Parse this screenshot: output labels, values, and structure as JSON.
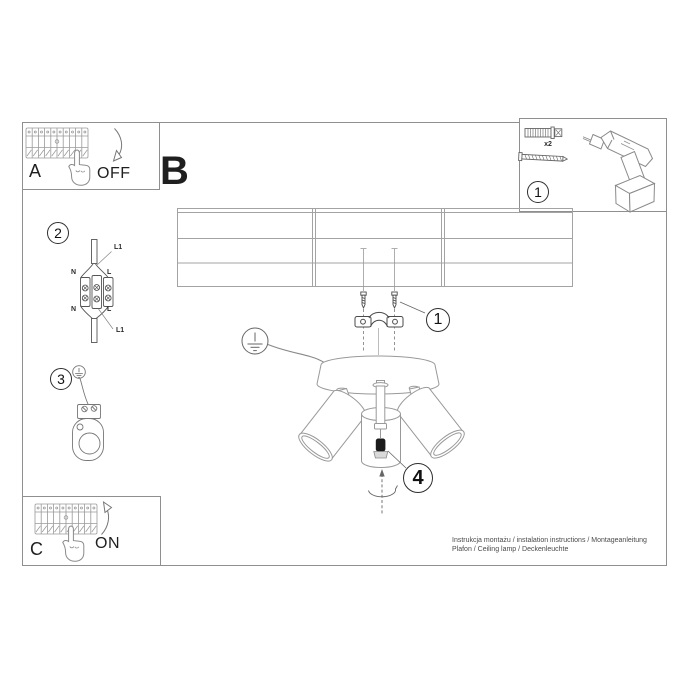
{
  "steps": {
    "breaker_off": {
      "letter": "A",
      "action": "OFF"
    },
    "main": {
      "letter": "B"
    },
    "tools": {
      "number": "1",
      "quantity": "x2"
    },
    "wiring": {
      "number": "2"
    },
    "grounding": {
      "number": "3"
    },
    "breaker_on": {
      "letter": "C",
      "action": "ON"
    }
  },
  "callouts": {
    "screws": "1",
    "bulb": "4"
  },
  "wiring_labels": {
    "top_cable": "L1",
    "neutral_top": "N",
    "live_top": "L",
    "neutral_bottom": "N",
    "live_bottom": "L",
    "bottom_cable": "L1"
  },
  "footer": {
    "line1": "Instrukcja montażu / instalation instructions / Montageanleitung",
    "line2": "Plafon / Ceiling lamp / Deckenleuchte"
  },
  "colors": {
    "line_light": "#9a9a9a",
    "line_dark": "#555555",
    "ink": "#1a1a1a",
    "background": "#ffffff"
  }
}
